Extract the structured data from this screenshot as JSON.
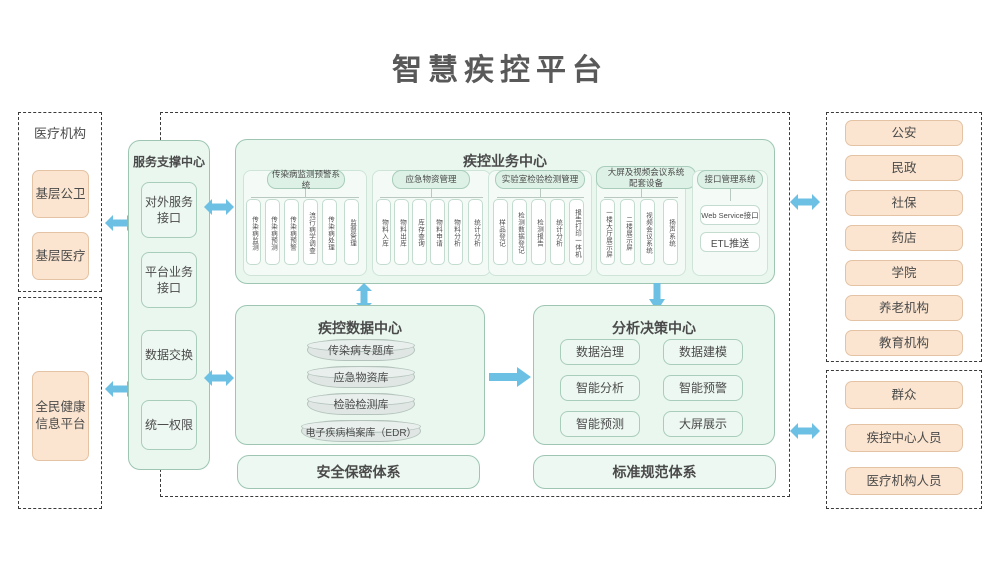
{
  "title": "智慧疾控平台",
  "left_column": {
    "group_medical": {
      "label": "医疗机构",
      "items": [
        {
          "label": "基层公卫"
        },
        {
          "label": "基层医疗"
        }
      ]
    },
    "group_health": {
      "items": [
        {
          "label": "全民健康\n信息平台",
          "line1": "全民健康",
          "line2": "信息平台"
        }
      ]
    }
  },
  "service_center": {
    "title": "服务支撑中心",
    "items": [
      {
        "line1": "对外服务",
        "line2": "接口"
      },
      {
        "line1": "平台业务",
        "line2": "接口"
      },
      {
        "line1": "数据交换",
        "line2": ""
      },
      {
        "line1": "统一权限",
        "line2": ""
      }
    ]
  },
  "business_center": {
    "title": "疾控业务中心",
    "systems": [
      {
        "name": "传染病监测预警系统",
        "items": [
          "传染病监测",
          "传染病预测",
          "传染病预警",
          "流行病学调查",
          "传染病处理",
          "监督管理"
        ]
      },
      {
        "name": "应急物资管理",
        "items": [
          "物料入库",
          "物料出库",
          "库存查询",
          "物料申请",
          "物料分析",
          "统计分析"
        ]
      },
      {
        "name": "实验室检验检测管理",
        "items": [
          "样品登记",
          "检测数据登记",
          "检测报告",
          "统计分析",
          "报告打印一体机"
        ]
      },
      {
        "name": "大屏及视频会议系统配套设备",
        "name_line1": "大屏及视频会议系统",
        "name_line2": "配套设备",
        "items": [
          "一楼大厅展示屏",
          "二楼展示屏",
          "视频会议系统",
          "扬声系统"
        ]
      },
      {
        "name": "接口管理系统",
        "flat_items": [
          "Web Service接口",
          "ETL推送"
        ]
      }
    ]
  },
  "data_center": {
    "title": "疾控数据中心",
    "databases": [
      "传染病专题库",
      "应急物资库",
      "检验检测库",
      "电子疾病档案库（EDR）"
    ]
  },
  "analysis_center": {
    "title": "分析决策中心",
    "items": [
      "数据治理",
      "数据建模",
      "智能分析",
      "智能预警",
      "智能预测",
      "大屏展示"
    ]
  },
  "bottom_bars": [
    {
      "label": "安全保密体系"
    },
    {
      "label": "标准规范体系"
    }
  ],
  "right_column": {
    "group_orgs": {
      "items": [
        {
          "label": "公安"
        },
        {
          "label": "民政"
        },
        {
          "label": "社保"
        },
        {
          "label": "药店"
        },
        {
          "label": "学院"
        },
        {
          "label": "养老机构"
        },
        {
          "label": "教育机构"
        }
      ]
    },
    "group_people": {
      "items": [
        {
          "label": "群众"
        },
        {
          "label": "疾控中心人员"
        },
        {
          "label": "医疗机构人员"
        }
      ]
    }
  },
  "colors": {
    "arrow": "#6cc0e4",
    "orange_fill": "#fbe5d0",
    "green_fill": "#e9f7ef",
    "title_text": "#595959"
  }
}
